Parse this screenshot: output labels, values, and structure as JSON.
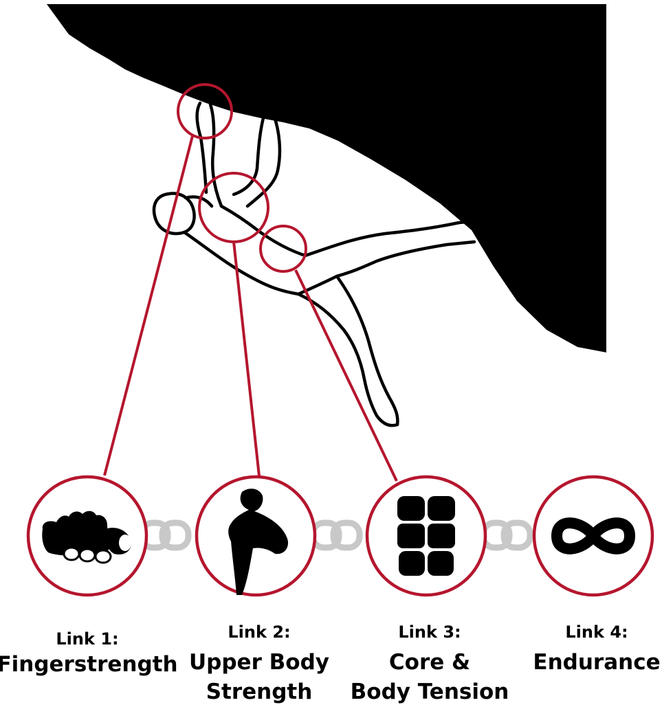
{
  "colors": {
    "rock": "#000000",
    "climber_outline": "#000000",
    "accent": "#b5162e",
    "chain": "#c8c8c8",
    "background": "#ffffff"
  },
  "links": [
    {
      "title": "Link 1:",
      "lines": [
        "Fingerstrength"
      ],
      "icon": "hand-grip-icon"
    },
    {
      "title": "Link 2:",
      "lines": [
        "Upper Body",
        "Strength"
      ],
      "icon": "flexed-arm-icon"
    },
    {
      "title": "Link 3:",
      "lines": [
        "Core &",
        "Body Tension"
      ],
      "icon": "abs-icon"
    },
    {
      "title": "Link 4:",
      "lines": [
        "Endurance"
      ],
      "icon": "infinity-icon"
    }
  ]
}
